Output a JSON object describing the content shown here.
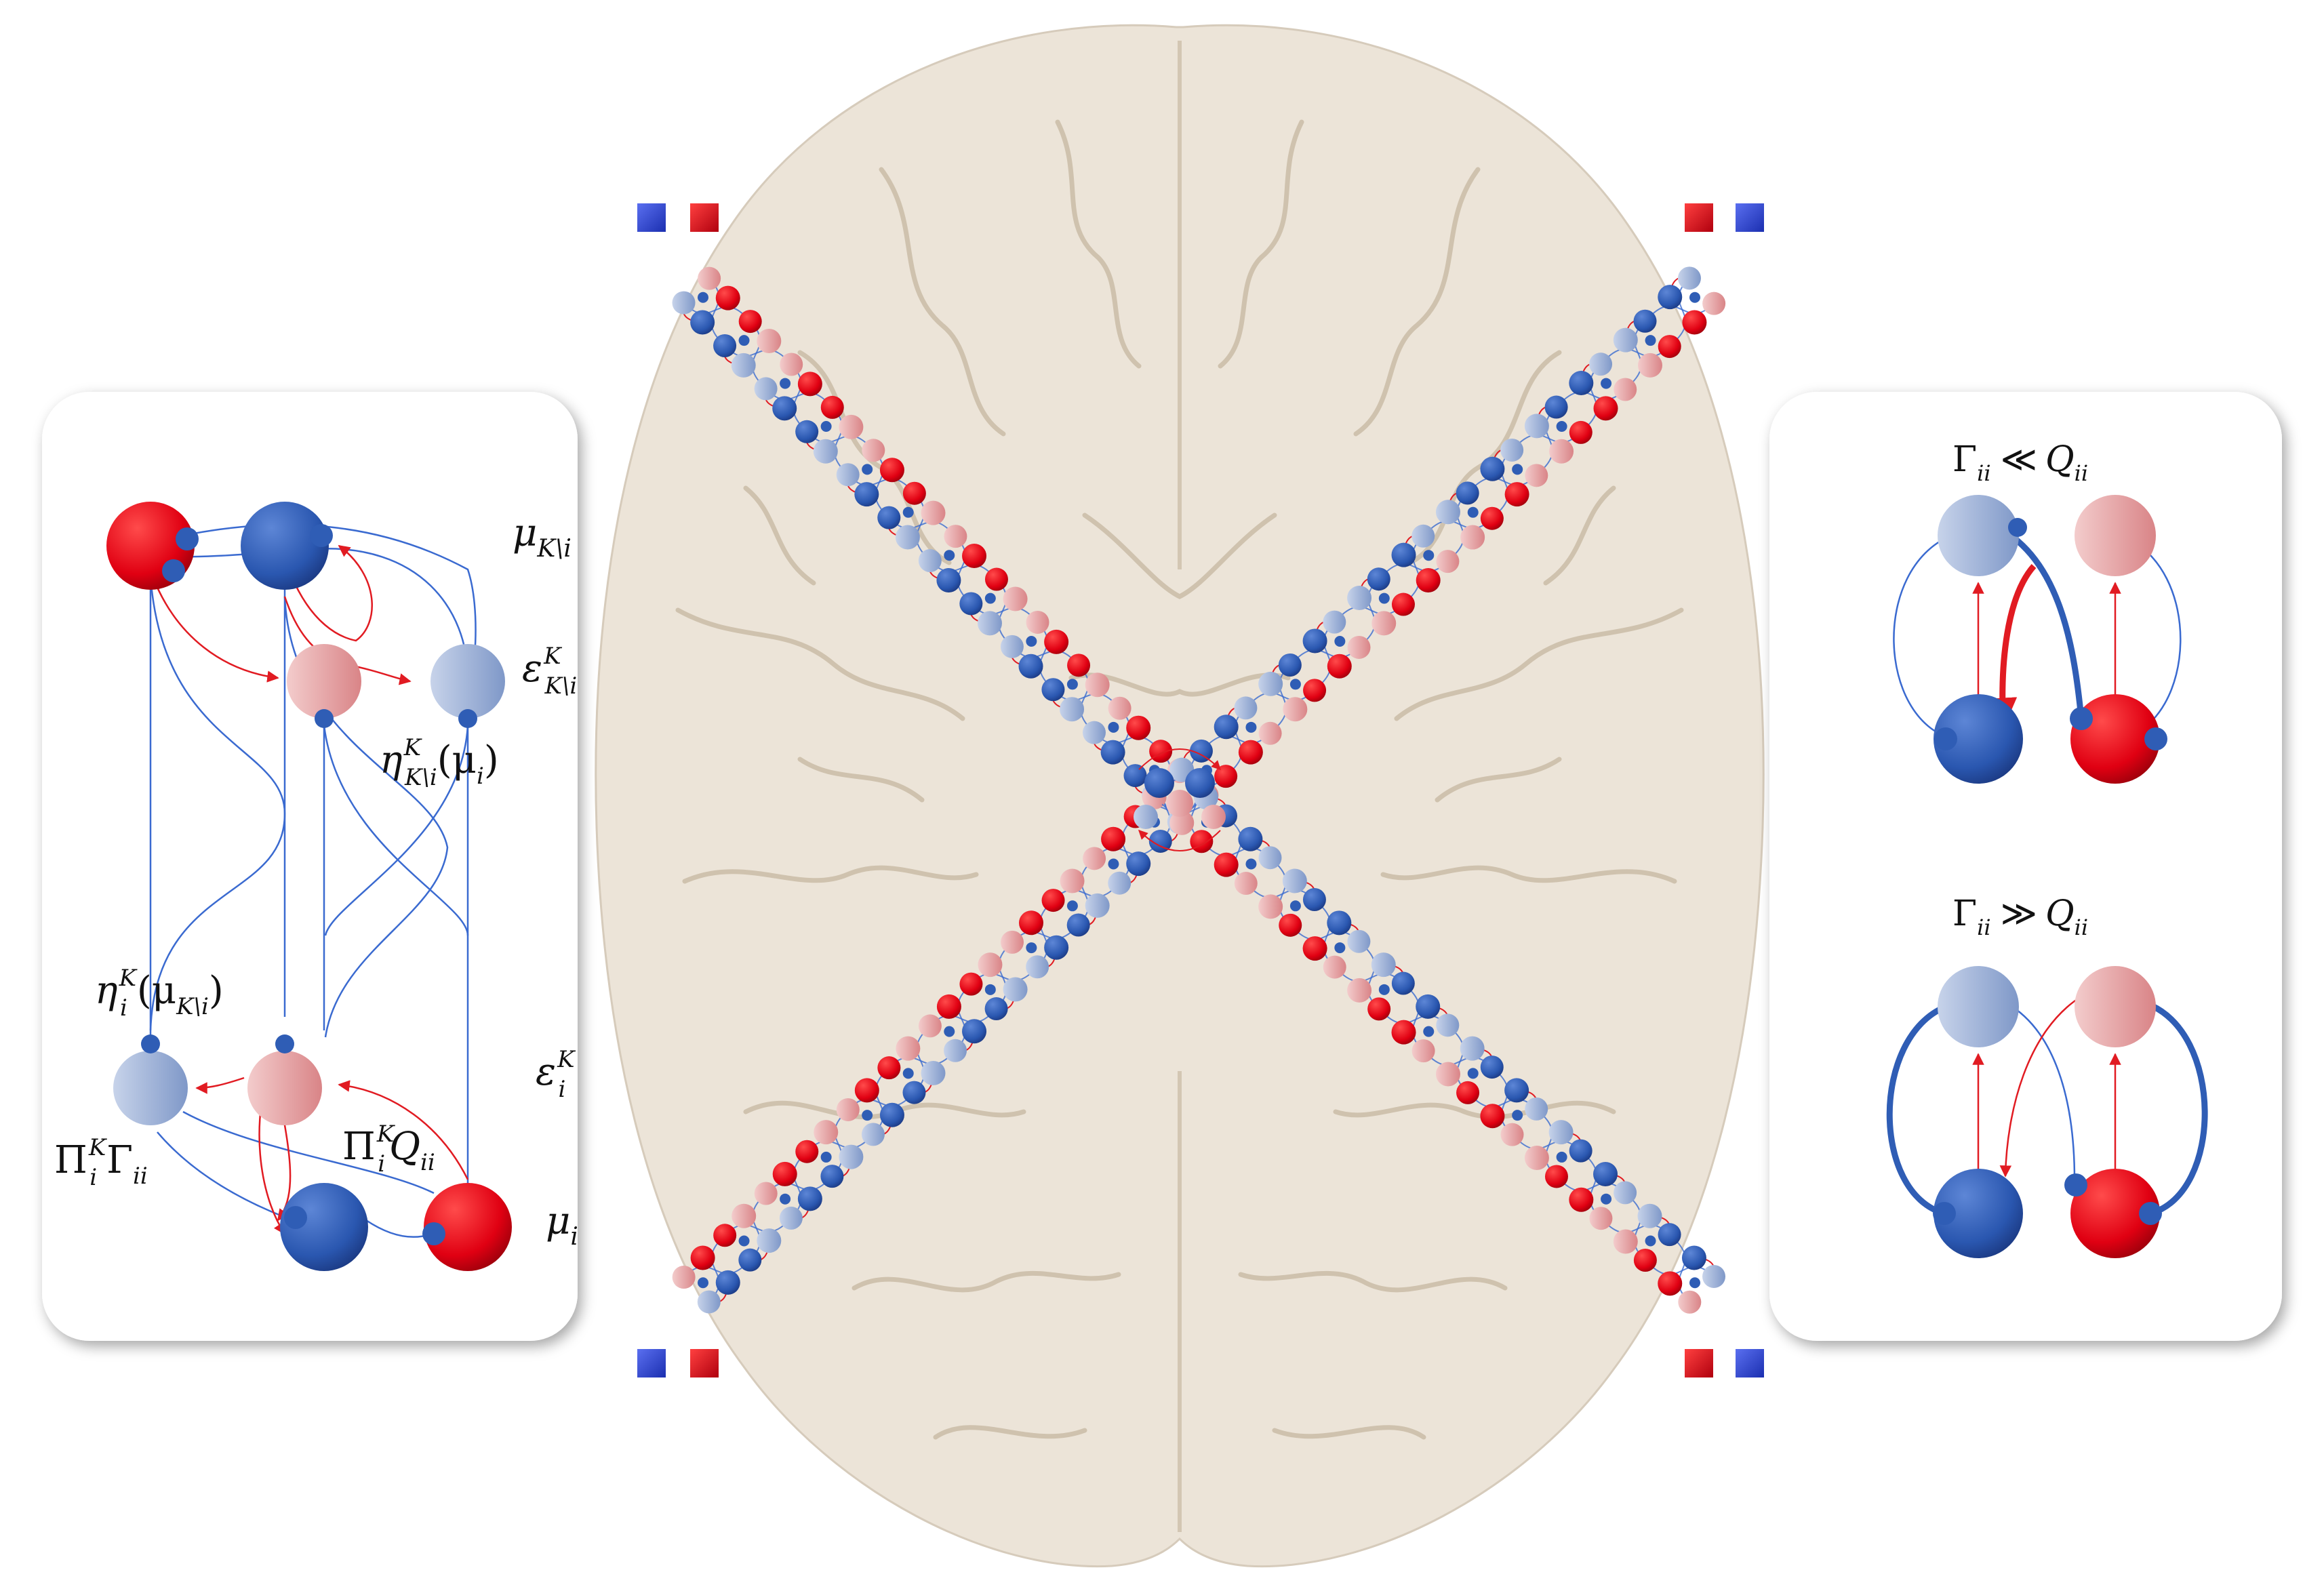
{
  "colors": {
    "blue": "#2f5db5",
    "blue_dark": "#1f3f8e",
    "light_blue": "#a6b8da",
    "red": "#e0061a",
    "pink": "#e8a3a6",
    "brain": "#ede6dc",
    "brain_stroke": "#cbbfae",
    "edge": "#3a6ad0",
    "arrow": "#e11b22"
  },
  "left_panel": {
    "labels": {
      "mu_K_i": {
        "base": "μ",
        "sub": "K\\i"
      },
      "eps_K_i": {
        "base": "ε",
        "sup": "K",
        "sub": "K\\i"
      },
      "eta_K_i_mu_i": {
        "base": "η",
        "sup": "K",
        "sub": "K\\i",
        "arg": "(μ",
        "arg_sub": "i",
        "tail": ")"
      },
      "eta_i_mu_K_i": {
        "base": "η",
        "sup": "K",
        "sub": "i",
        "arg": "(μ",
        "arg_sub": "K\\i",
        "tail": ")"
      },
      "eps_i": {
        "base": "ε",
        "sup": "K",
        "sub": "i"
      },
      "Pi_Gamma": {
        "base": "Π",
        "sup": "K",
        "sub": "i",
        "tail": "Γ",
        "tail_sub": "ii"
      },
      "Pi_Q": {
        "base": "Π",
        "sup": "K",
        "sub": "i",
        "tail": "Q",
        "tail_sub": "ii"
      },
      "mu_i": {
        "base": "μ",
        "sub": "i"
      }
    }
  },
  "right_panel": {
    "top_caption": {
      "left": "Γ",
      "left_sub": "ii",
      "rel": "≪",
      "right": "Q",
      "right_sub": "ii"
    },
    "bottom_caption": {
      "left": "Γ",
      "left_sub": "ii",
      "rel": "≫",
      "right": "Q",
      "right_sub": "ii"
    }
  }
}
